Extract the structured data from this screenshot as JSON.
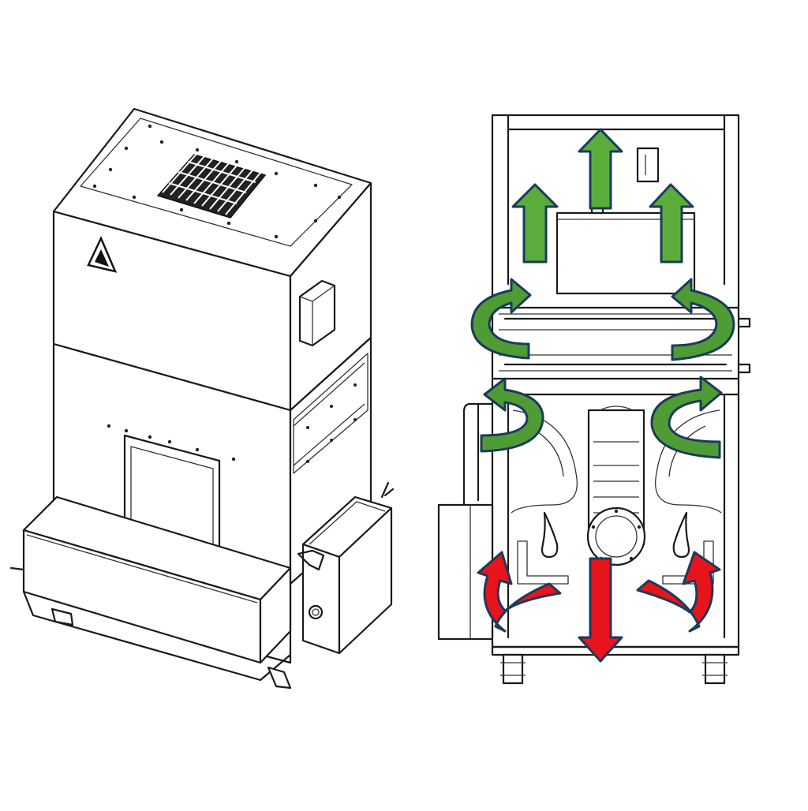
{
  "colors": {
    "line": "#1a1a1a",
    "exhaust_arrow": "#5aad3a",
    "exhaust_arrow_dark": "#3e8c2a",
    "intake_arrow": "#e8141b",
    "intake_arrow_dark": "#b00d12",
    "arrow_outline": "#1c3a5c",
    "background": "#ffffff"
  },
  "icons": {
    "brand_logo": "triangle-logo-icon",
    "top_grille": "vent-grille-icon",
    "control_box": "control-box-icon"
  },
  "flow_arrows": {
    "exhaust_up_count": 3,
    "circulation_loop_count": 4,
    "intake_count": 3
  }
}
